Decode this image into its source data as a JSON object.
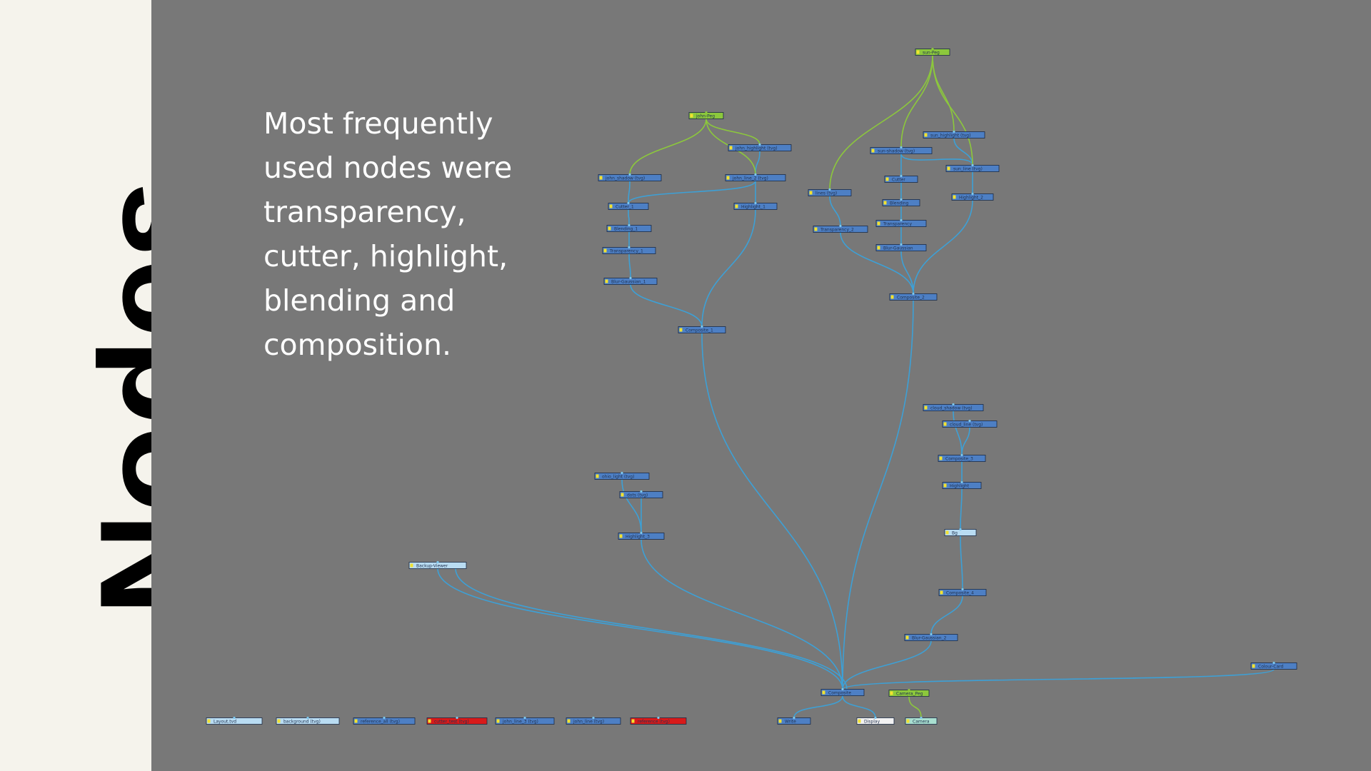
{
  "slide": {
    "heading": "Nodes",
    "caption": "Most frequently used nodes were transparency, cutter, highlight, blending and composition."
  },
  "node_graph": {
    "colors": {
      "canvas": "#787878",
      "node": "#4d7fc4",
      "light_node": "#b9dcf2",
      "peg": "#8cc83c",
      "error": "#d81a1a",
      "blue_wire": "#3da0d6",
      "green_wire": "#8cc83c"
    },
    "nodes": [
      {
        "id": "peg-left",
        "label": "john-Peg",
        "type": "peg"
      },
      {
        "id": "peg-right",
        "label": "sun-Peg",
        "type": "peg"
      },
      {
        "id": "ln1",
        "label": "john_highlight (tvg)",
        "type": "node"
      },
      {
        "id": "ln2",
        "label": "john_shadow (tvg)",
        "type": "node"
      },
      {
        "id": "ln3",
        "label": "john_line_2 (tvg)",
        "type": "node"
      },
      {
        "id": "ln4",
        "label": "Cutter_1",
        "type": "node"
      },
      {
        "id": "ln5",
        "label": "Highlight_1",
        "type": "node"
      },
      {
        "id": "ln6",
        "label": "Blending_1",
        "type": "node"
      },
      {
        "id": "ln7",
        "label": "Transparency_1",
        "type": "node"
      },
      {
        "id": "ln8",
        "label": "Blur-Gaussian_1",
        "type": "node"
      },
      {
        "id": "ln9",
        "label": "Composite_1",
        "type": "node"
      },
      {
        "id": "rn1",
        "label": "sun_highlight (tvg)",
        "type": "node"
      },
      {
        "id": "rn2",
        "label": "sun-shadow (tvg)",
        "type": "node"
      },
      {
        "id": "rn3",
        "label": "sun_line (tvg)",
        "type": "node"
      },
      {
        "id": "rn4",
        "label": "lines (tvg)",
        "type": "node"
      },
      {
        "id": "rn5",
        "label": "Cutter",
        "type": "node"
      },
      {
        "id": "rn6",
        "label": "Highlight_2",
        "type": "node"
      },
      {
        "id": "rn7",
        "label": "Transparency_2",
        "type": "node"
      },
      {
        "id": "rn8",
        "label": "Blending",
        "type": "node"
      },
      {
        "id": "rn9",
        "label": "Transparency",
        "type": "node"
      },
      {
        "id": "rn10",
        "label": "Blur-Gaussian",
        "type": "node"
      },
      {
        "id": "rn11",
        "label": "Composite_2",
        "type": "node"
      },
      {
        "id": "mn1",
        "label": "cloud_shadow (tvg)",
        "type": "node"
      },
      {
        "id": "mn2",
        "label": "cloud_line (tvg)",
        "type": "node"
      },
      {
        "id": "mn3",
        "label": "Composite_3",
        "type": "node"
      },
      {
        "id": "mn4",
        "label": "Highlight",
        "type": "node"
      },
      {
        "id": "mn5",
        "label": "Bg",
        "type": "light"
      },
      {
        "id": "mn6",
        "label": "Composite_4",
        "type": "node"
      },
      {
        "id": "mn7",
        "label": "Blur-Gaussian_2",
        "type": "node"
      },
      {
        "id": "sn1",
        "label": "ohio_light (tvg)",
        "type": "node"
      },
      {
        "id": "sn2",
        "label": "dots (tvg)",
        "type": "node"
      },
      {
        "id": "sn3",
        "label": "Highlight_3",
        "type": "node"
      },
      {
        "id": "bk",
        "label": "Backup-Viewer",
        "type": "light"
      },
      {
        "id": "cc",
        "label": "Colour-Card",
        "type": "node"
      },
      {
        "id": "main",
        "label": "Composite",
        "type": "node"
      },
      {
        "id": "campeg",
        "label": "Camera_Peg",
        "type": "peg"
      },
      {
        "id": "b1",
        "label": "Layout.tvd",
        "type": "light"
      },
      {
        "id": "b2",
        "label": "background (tvg)",
        "type": "light"
      },
      {
        "id": "b3",
        "label": "reference_all (tvg)",
        "type": "node"
      },
      {
        "id": "b4",
        "label": "cutter_test (tvg)",
        "type": "error"
      },
      {
        "id": "b5",
        "label": "john_line_3 (tvg)",
        "type": "node"
      },
      {
        "id": "b6",
        "label": "john_line (tvg)",
        "type": "node"
      },
      {
        "id": "b7",
        "label": "reference (tvg)",
        "type": "error"
      },
      {
        "id": "b8",
        "label": "Write",
        "type": "node"
      },
      {
        "id": "b9",
        "label": "Display",
        "type": "white"
      },
      {
        "id": "b10",
        "label": "Camera",
        "type": "teal"
      }
    ]
  }
}
